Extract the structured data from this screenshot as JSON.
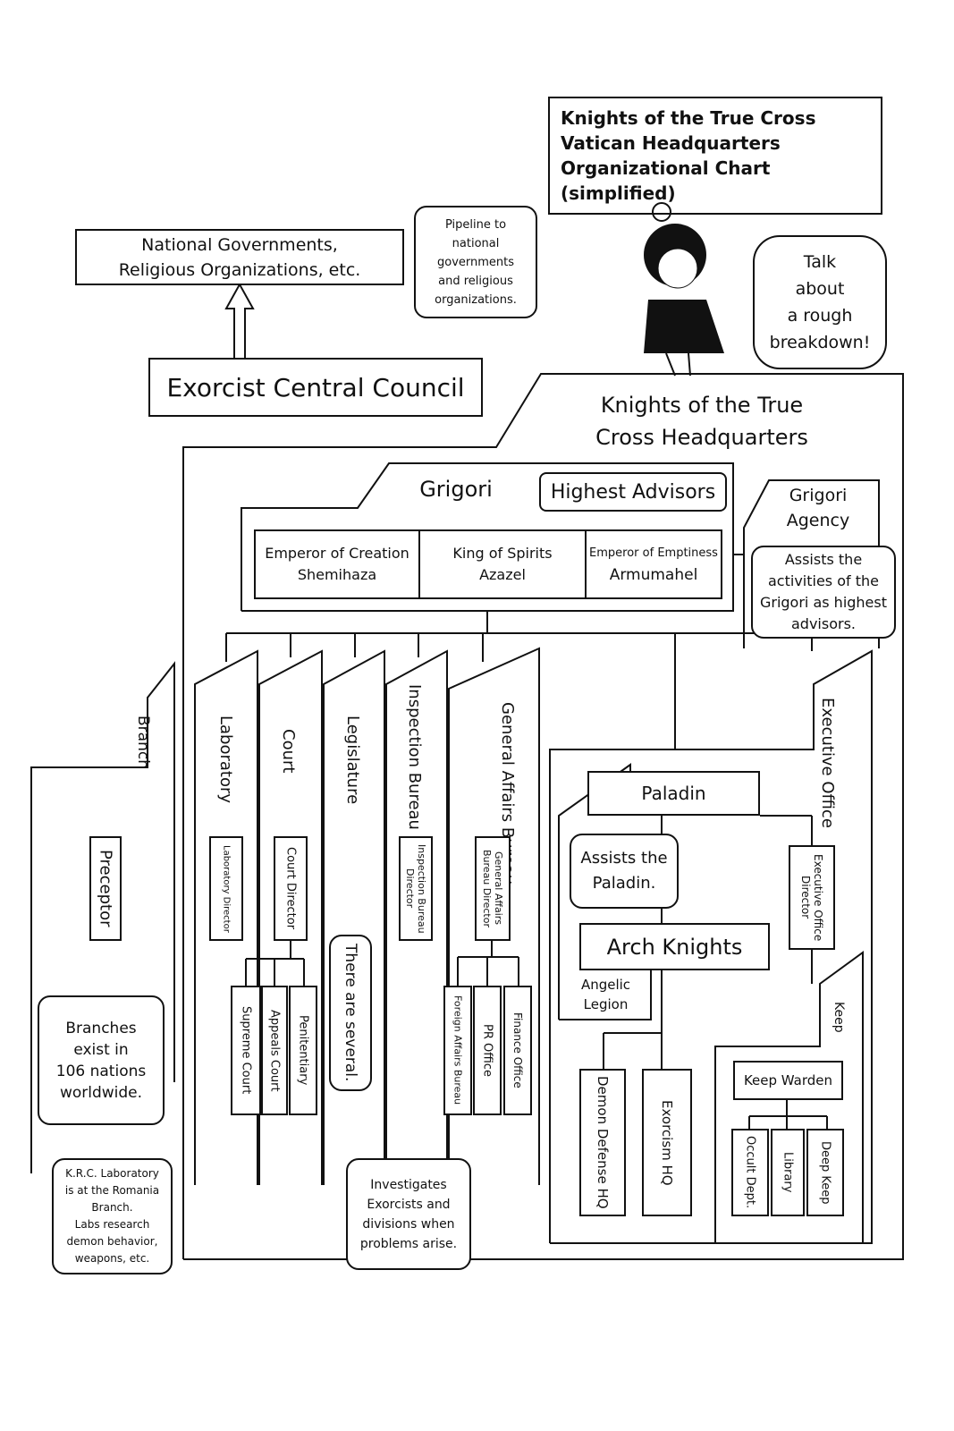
{
  "title": {
    "lines": [
      "Knights of the True Cross",
      "Vatican Headquarters",
      "Organizational Chart (simplified)"
    ]
  },
  "national_govts": {
    "line1": "National Governments,",
    "line2": "Religious Organizations, etc."
  },
  "pipeline_bubble": {
    "lines": [
      "Pipeline to",
      "national",
      "governments",
      "and religious",
      "organizations."
    ]
  },
  "central_council": "Exorcist Central Council",
  "character_bubble": {
    "lines": [
      "Talk",
      "about",
      "a rough",
      "breakdown!"
    ]
  },
  "hq": {
    "line1": "Knights of the True",
    "line2": "Cross Headquarters"
  },
  "grigori": {
    "title": "Grigori",
    "tag": "Highest Advisors",
    "members": [
      {
        "title": "Emperor of Creation",
        "name": "Shemihaza"
      },
      {
        "title": "King of Spirits",
        "name": "Azazel"
      },
      {
        "title": "Emperor of Emptiness",
        "name": "Armumahel"
      }
    ]
  },
  "grigori_agency": {
    "title1": "Grigori",
    "title2": "Agency",
    "bubble": [
      "Assists the",
      "activities of the",
      "Grigori as highest",
      "advisors."
    ]
  },
  "branch": {
    "label": "Branch",
    "head": "Preceptor",
    "bubble": [
      "Branches",
      "exist in",
      "106 nations",
      "worldwide."
    ]
  },
  "departments": {
    "laboratory": {
      "label": "Laboratory",
      "director": "Laboratory Director"
    },
    "court": {
      "label": "Court",
      "director": "Court Director",
      "subs": [
        "Supreme Court",
        "Appeals Court",
        "Penitentiary"
      ]
    },
    "legislature": {
      "label": "Legislature",
      "bubble": "There are several."
    },
    "inspection": {
      "label": "Inspection Bureau",
      "director": "Inspection Bureau Director"
    },
    "general_affairs": {
      "label": "General Affairs Bureau",
      "director": "General Affairs Bureau Director",
      "subs": [
        "Foreign Affairs Bureau",
        "PR Office",
        "Finance Office"
      ]
    }
  },
  "lab_note": [
    "K.R.C. Laboratory",
    "is at the Romania",
    "Branch.",
    "Labs research",
    "demon behavior,",
    "weapons, etc."
  ],
  "inspection_note": [
    "Investigates",
    "Exorcists and",
    "divisions when",
    "problems arise."
  ],
  "executive": {
    "label": "Executive Office",
    "paladin": "Paladin",
    "paladin_bubble": [
      "Assists the",
      "Paladin."
    ],
    "arch_knights": "Arch Knights",
    "angelic_legion": [
      "Angelic",
      "Legion"
    ],
    "subs": [
      "Demon Defense HQ",
      "Exorcism HQ"
    ],
    "director": "Executive Office Director",
    "keep": {
      "label": "Keep",
      "warden": "Keep Warden",
      "subs": [
        "Occult Dept.",
        "Library",
        "Deep Keep"
      ]
    }
  }
}
